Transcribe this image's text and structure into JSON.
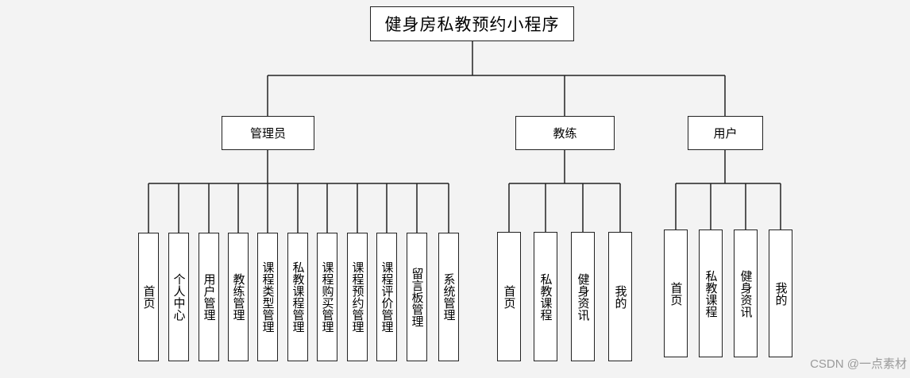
{
  "root": {
    "label": "健身房私教预约小程序"
  },
  "roles": [
    {
      "key": "admin",
      "label": "管理员",
      "children": [
        "首页",
        "个人中心",
        "用户管理",
        "教练管理",
        "课程类型管理",
        "私教课程管理",
        "课程购买管理",
        "课程预约管理",
        "课程评价管理",
        "留言板管理",
        "系统管理"
      ]
    },
    {
      "key": "coach",
      "label": "教练",
      "children": [
        "首页",
        "私教课程",
        "健身资讯",
        "我的"
      ]
    },
    {
      "key": "user",
      "label": "用户",
      "children": [
        "首页",
        "私教课程",
        "健身资讯",
        "我的"
      ]
    }
  ],
  "watermark": "CSDN @一点素材"
}
